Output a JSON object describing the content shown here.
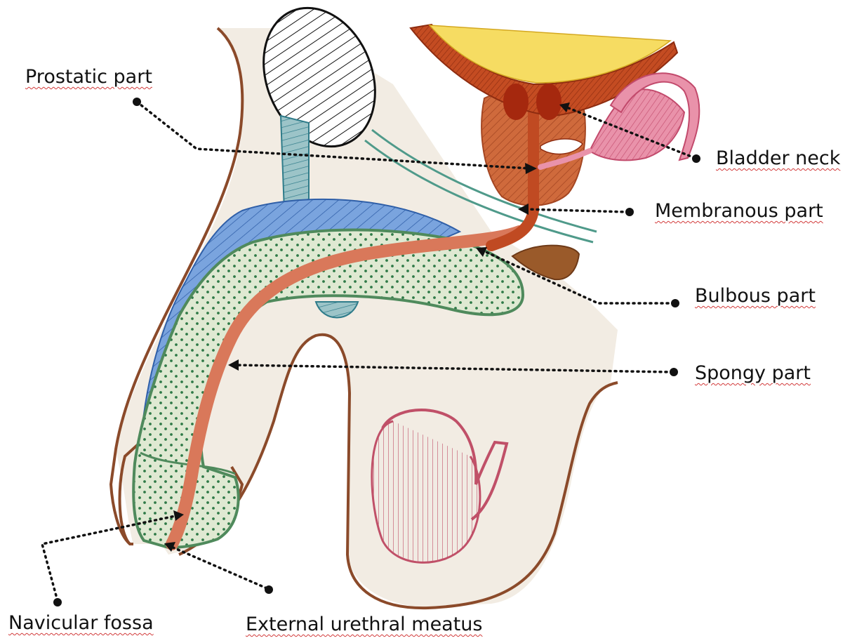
{
  "labels": {
    "prostatic": "Prostatic part",
    "bladder_neck": "Bladder neck",
    "membranous": "Membranous part",
    "bulbous": "Bulbous part",
    "spongy": "Spongy part",
    "navicular": "Navicular fossa",
    "external": "External urethral meatus"
  },
  "colors": {
    "skin_outline": "#8b4a2a",
    "skin_fill": "#f1ebe3",
    "corpus_cavernosum": "#6f9ad6",
    "corpus_spongiosum_fill": "#dce9cf",
    "corpus_spongiosum_outline": "#4f8a5c",
    "urethra": "#d9785a",
    "prostate": "#c55a35",
    "bladder_wall": "#b8431f",
    "urine": "#f6dc62",
    "seminal_vesicle": "#e0809a",
    "testis": "#c05068",
    "duct": "#5c9c8c",
    "leader": "#111111"
  }
}
